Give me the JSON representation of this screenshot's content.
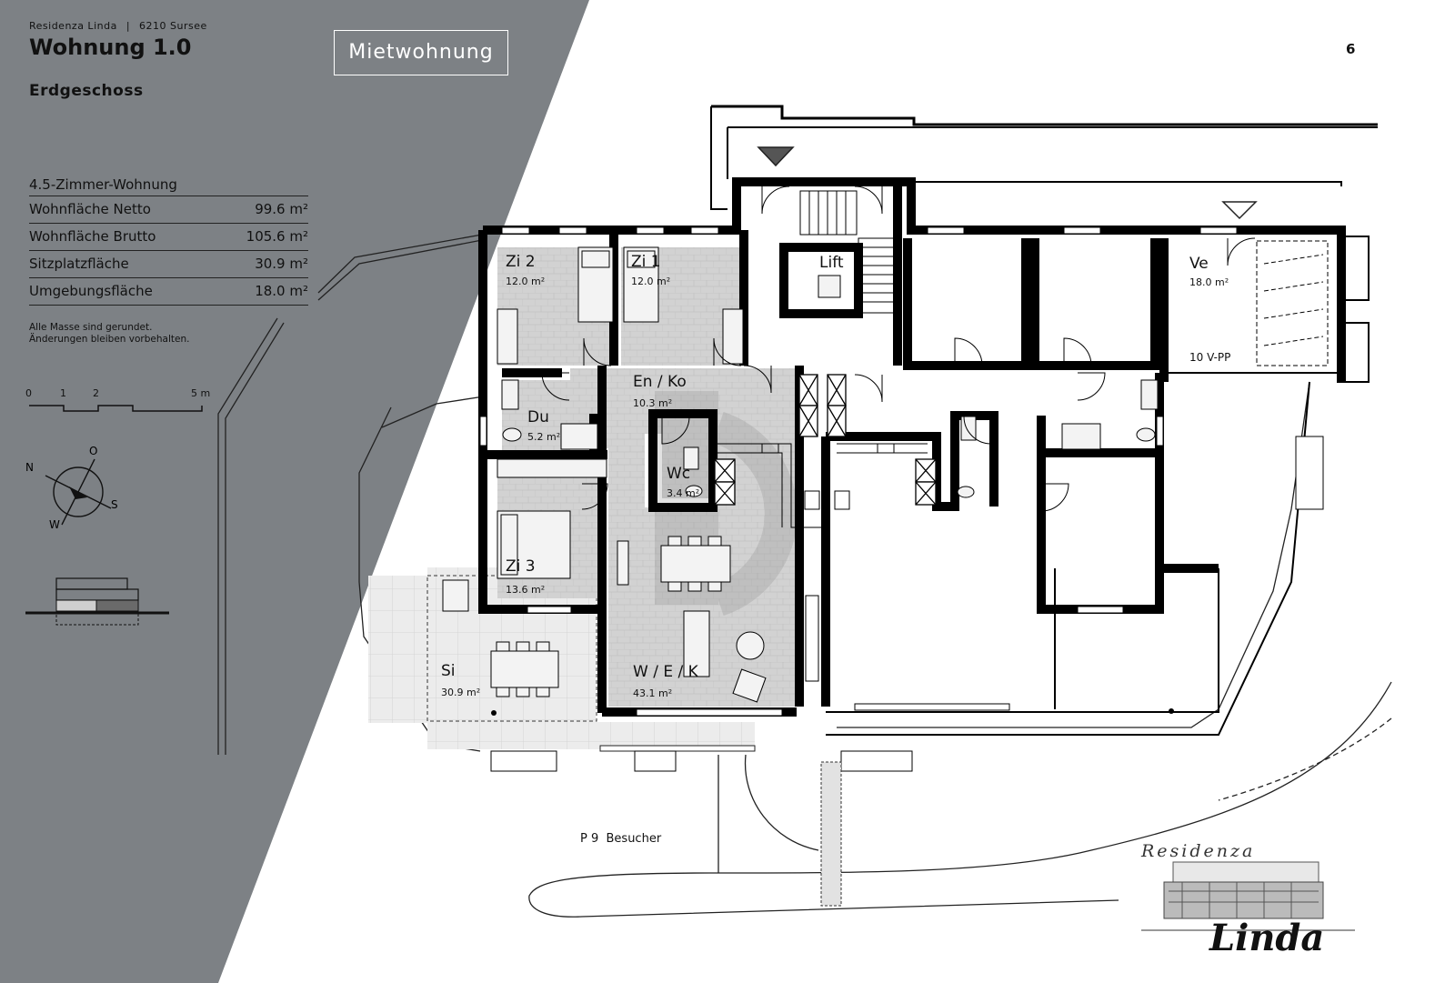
{
  "header": {
    "project": "Residenza Linda",
    "separator": "|",
    "location": "6210 Sursee",
    "title": "Wohnung 1.0",
    "badge": "Mietwohnung",
    "floor": "Erdgeschoss",
    "page": "6"
  },
  "areas": {
    "caption": "4.5-Zimmer-Wohnung",
    "rows": [
      {
        "label": "Wohnfläche Netto",
        "value": "99.6 m²"
      },
      {
        "label": "Wohnfläche Brutto",
        "value": "105.6 m²"
      },
      {
        "label": "Sitzplatzfläche",
        "value": "30.9 m²"
      },
      {
        "label": "Umgebungsfläche",
        "value": "18.0 m²"
      }
    ],
    "note_1": "Alle Masse sind gerundet.",
    "note_2": "Änderungen bleiben vorbehalten."
  },
  "scale": {
    "t0": "0",
    "t1": "1",
    "t2": "2",
    "t5": "5 m"
  },
  "compass": {
    "n": "N",
    "o": "O",
    "s": "S",
    "w": "W"
  },
  "rooms": {
    "zi2": {
      "name": "Zi 2",
      "area": "12.0 m²"
    },
    "zi1": {
      "name": "Zi 1",
      "area": "12.0 m²"
    },
    "lift": "Lift",
    "ve": {
      "name": "Ve",
      "area": "18.0 m²",
      "pp": "10 V-PP"
    },
    "enko": {
      "name": "En / Ko",
      "area": "10.3 m²"
    },
    "du": {
      "name": "Du",
      "area": "5.2 m²"
    },
    "wc": {
      "name": "Wc",
      "area": "3.4 m²"
    },
    "zi3": {
      "name": "Zi 3",
      "area": "13.6 m²"
    },
    "si": {
      "name": "Si",
      "area": "30.9 m²"
    },
    "wek": {
      "name": "W / E / K",
      "area": "43.1 m²"
    }
  },
  "parking": "P 9  Besucher",
  "logo": {
    "line1": "Residenza",
    "line2": "Linda"
  },
  "colors": {
    "panel": "#7d8185",
    "wall": "#000000",
    "floor": "#cccccc",
    "terrace": "#e6e6e6",
    "text_light": "#ffffff"
  }
}
